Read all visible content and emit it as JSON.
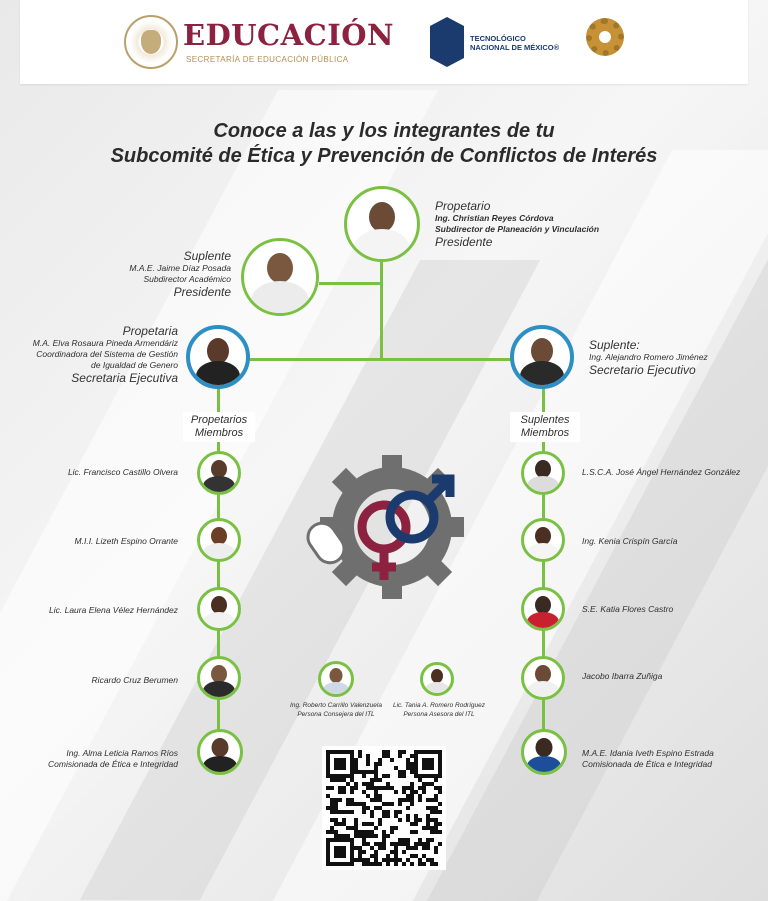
{
  "header": {
    "sep_title": "EDUCACIÓN",
    "sep_subtitle": "SECRETARÍA DE EDUCACIÓN PÚBLICA",
    "tecnm_line1": "TECNOLÓGICO",
    "tecnm_line2": "NACIONAL DE MÉXICO®"
  },
  "title": {
    "line1": "Conoce a las y los integrantes de tu",
    "line2": "Subcomité de Ética y Prevención de Conflictos de Interés"
  },
  "president": {
    "role": "Propetario",
    "name": "Ing. Christian Reyes Córdova",
    "position": "Subdirector de Planeación y Vinculación",
    "title": "Presidente"
  },
  "president_alt": {
    "role": "Suplente",
    "name": "M.A.E. Jaime Díaz Posada",
    "position": "Subdirector Académico",
    "title": "Presidente"
  },
  "secretary": {
    "role": "Propetaria",
    "name": "M.A. Elva Rosaura Pineda Armendáriz",
    "position1": "Coordinadora del Sistema de Gestión",
    "position2": "de Igualdad de Genero",
    "title": "Secretaria Ejecutiva"
  },
  "secretary_alt": {
    "role": "Suplente:",
    "name": "Ing. Alejandro Romero Jiménez",
    "title": "Secretario Ejecutivo"
  },
  "left_group": {
    "line1": "Propetarios",
    "line2": "Miembros"
  },
  "right_group": {
    "line1": "Suplentes",
    "line2": "Miembros"
  },
  "left_members": [
    {
      "name": "Lic. Francisco Castillo Olvera",
      "note": ""
    },
    {
      "name": "M.I.I. Lizeth Espino Orrante",
      "note": ""
    },
    {
      "name": "Lic. Laura Elena Vélez Hernández",
      "note": ""
    },
    {
      "name": "Ricardo Cruz Berumen",
      "note": ""
    },
    {
      "name": "Ing. Alma Leticia Ramos Ríos",
      "note": "Comisionada de Ética e Integridad"
    }
  ],
  "right_members": [
    {
      "name": "L.S.C.A. José Ángel Hernández González",
      "note": ""
    },
    {
      "name": "Ing. Kenia Crispín García",
      "note": ""
    },
    {
      "name": "S.E. Katia Flores Castro",
      "note": ""
    },
    {
      "name": "Jacobo Ibarra Zuñiga",
      "note": ""
    },
    {
      "name": "M.A.E. Idania Iveth Espino Estrada",
      "note": "Comisionada de Ética e Integridad"
    }
  ],
  "advisors": [
    {
      "name": "Ing. Roberto Carrillo Valenzuela",
      "role": "Persona Consejera del ITL"
    },
    {
      "name": "Lic. Tania A. Romero Rodríguez",
      "role": "Persona Asesora del ITL"
    }
  ],
  "colors": {
    "brand_maroon": "#8c2140",
    "accent_green": "#7ac143",
    "accent_blue": "#2d8fc4",
    "navy": "#1b3b6f"
  }
}
